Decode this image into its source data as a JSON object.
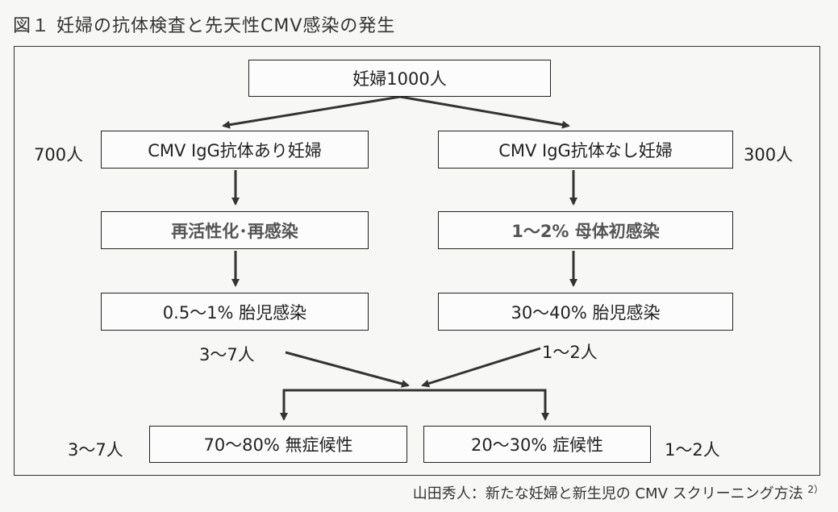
{
  "title": "図１ 妊婦の抗体検査と先天性CMV感染の発生",
  "top": {
    "label": "妊婦1000人"
  },
  "left": {
    "count": "700人",
    "group": "CMV IgG抗体あり妊婦",
    "event": "再活性化･再感染",
    "infection": "0.5～1% 胎児感染",
    "fetal_count": "3～7人"
  },
  "right": {
    "count": "300人",
    "group": "CMV IgG抗体なし妊婦",
    "event": "1～2% 母体初感染",
    "infection": "30～40% 胎児感染",
    "fetal_count": "1～2人"
  },
  "outcome": {
    "left_count": "3～7人",
    "left_box": "70～80% 無症候性",
    "right_box": "20～30% 症候性",
    "right_count": "1～2人"
  },
  "citation": {
    "text": "山田秀人：新たな妊婦と新生児の CMV スクリーニング方法",
    "ref": "2）"
  }
}
